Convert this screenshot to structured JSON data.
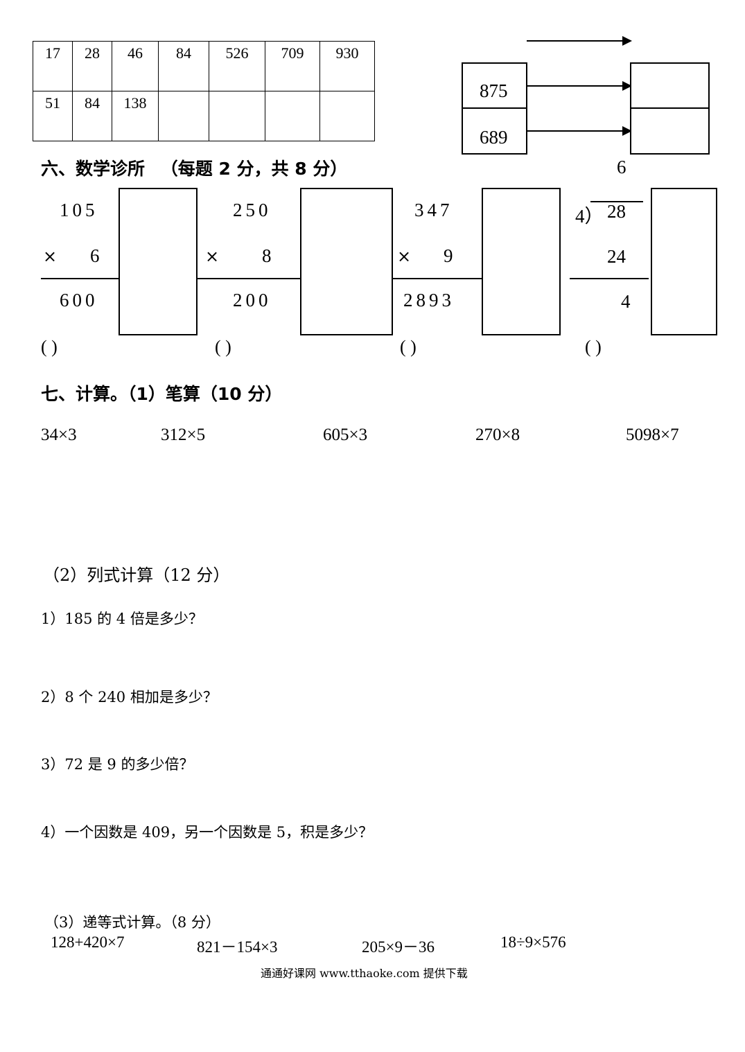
{
  "number_table": {
    "row1": [
      "17",
      "28",
      "46",
      "84",
      "526",
      "709",
      "930"
    ],
    "row2": [
      "51",
      "84",
      "138",
      "",
      "",
      "",
      ""
    ]
  },
  "arrow_diagram": {
    "left_values": [
      "875",
      "689"
    ],
    "bottom_label": "6"
  },
  "section6": {
    "title": "六、数学诊所",
    "score": "（每题 2 分，共 8 分）",
    "problems": [
      {
        "top": "105",
        "op": "×",
        "mid": "6",
        "result": "600"
      },
      {
        "top": "250",
        "op": "×",
        "mid": "8",
        "result": "200"
      },
      {
        "top": "347",
        "op": "×",
        "mid": "9",
        "result": "2893"
      },
      {
        "divisor": "4）",
        "dividend": "28",
        "mid": "24",
        "result": "4"
      }
    ],
    "paren": "(      )"
  },
  "section7": {
    "title": "七、计算。（1）笔算（10 分）",
    "written": [
      "34×3",
      "312×5",
      "605×3",
      "270×8",
      "5098×7"
    ],
    "part2_title": "（2）列式计算（12 分）",
    "questions": [
      "1）185 的 4 倍是多少？",
      "2）8 个 240 相加是多少？",
      "3）72 是 9 的多少倍？",
      "4）一个因数是 409，另一个因数是 5，积是多少？"
    ],
    "part3_title": "（3）递等式计算。（8 分）",
    "step": [
      "128+420×7",
      "821－154×3",
      "205×9－36",
      "18÷9×576"
    ]
  },
  "footer": "通通好课网  www.tthaoke.com  提供下载"
}
